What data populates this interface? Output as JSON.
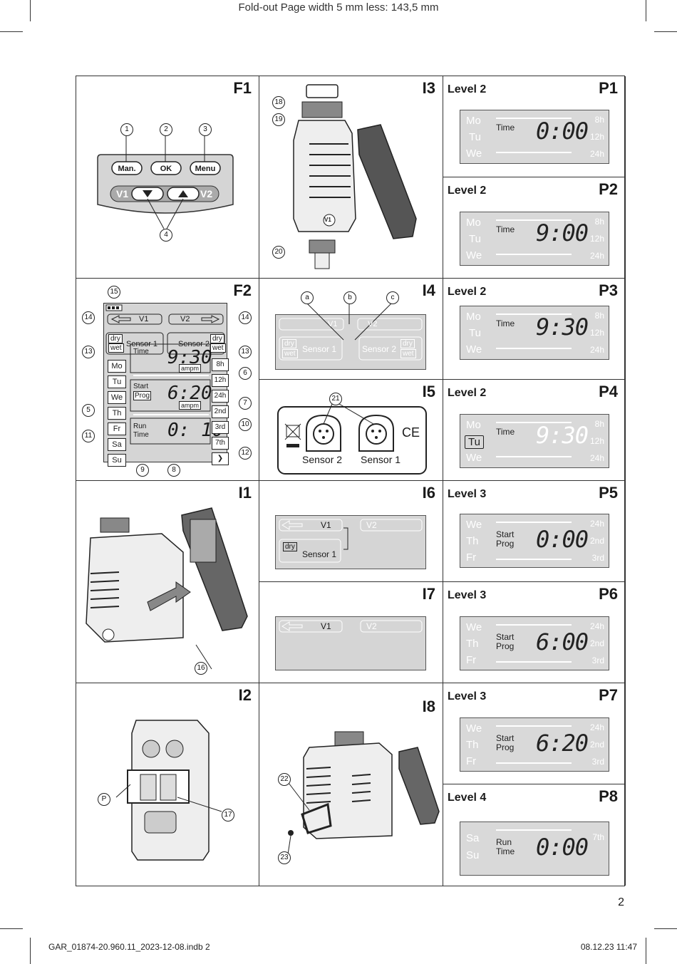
{
  "header_note": "Fold-out Page width 5 mm less: 143,5 mm",
  "page_number": "2",
  "footer": {
    "file": "GAR_01874-20.960.11_2023-12-08.indb   2",
    "date": "08.12.23   11:47"
  },
  "panels": {
    "F1": {
      "title": "F1",
      "buttons": [
        "Man.",
        "OK",
        "Menu"
      ],
      "v1": "V1",
      "v2": "V2",
      "callouts": [
        "1",
        "2",
        "3",
        "4"
      ]
    },
    "F2": {
      "title": "F2",
      "v1": "V1",
      "v2": "V2",
      "sensor1": "Sensor 1",
      "sensor2": "Sensor 2",
      "dry": "dry",
      "wet": "wet",
      "days": [
        "Mo",
        "Tu",
        "We",
        "Th",
        "Fr",
        "Sa",
        "Su"
      ],
      "time_label": "Time",
      "time_value": "9:30",
      "ampm": "ampm",
      "start_label": "Start",
      "prog_label": "Prog",
      "start_value": "6:20",
      "run_label": "Run",
      "run_time_label": "Time",
      "run_value": "0: 10",
      "right_buttons": [
        "8h",
        "12h",
        "24h",
        "2nd",
        "3rd",
        "7th",
        "❯"
      ],
      "callouts": [
        "15",
        "14",
        "14",
        "13",
        "13",
        "6",
        "7",
        "5",
        "10",
        "11",
        "12",
        "9",
        "8"
      ]
    },
    "I1": {
      "title": "I1",
      "callout": "16"
    },
    "I2": {
      "title": "I2",
      "callouts": [
        "P",
        "17"
      ]
    },
    "I3": {
      "title": "I3",
      "callouts": [
        "18",
        "19",
        "20"
      ],
      "v1": "V1"
    },
    "I4": {
      "title": "I4",
      "callouts": [
        "a",
        "b",
        "c"
      ],
      "v1": "V1",
      "v2": "V2",
      "sensor1": "Sensor 1",
      "sensor2": "Sensor 2",
      "dry": "dry",
      "wet": "wet"
    },
    "I5": {
      "title": "I5",
      "callout": "21",
      "sensor2": "Sensor 2",
      "sensor1": "Sensor 1",
      "ce": "CE"
    },
    "I6": {
      "title": "I6",
      "v1": "V1",
      "v2": "V2",
      "dry": "dry",
      "sensor1": "Sensor 1"
    },
    "I7": {
      "title": "I7",
      "v1": "V1",
      "v2": "V2"
    },
    "I8": {
      "title": "I8",
      "callouts": [
        "22",
        "23"
      ]
    },
    "P1": {
      "title": "P1",
      "level": "Level 2",
      "days": [
        "Mo",
        "Tu",
        "We"
      ],
      "label1": "Time",
      "label2": "",
      "value": "0:00",
      "side": [
        "8h",
        "12h",
        "24h"
      ]
    },
    "P2": {
      "title": "P2",
      "level": "Level 2",
      "days": [
        "Mo",
        "Tu",
        "We"
      ],
      "label1": "Time",
      "label2": "",
      "value": "9:00",
      "side": [
        "8h",
        "12h",
        "24h"
      ]
    },
    "P3": {
      "title": "P3",
      "level": "Level 2",
      "days": [
        "Mo",
        "Tu",
        "We"
      ],
      "label1": "Time",
      "label2": "",
      "value": "9:30",
      "side": [
        "8h",
        "12h",
        "24h"
      ]
    },
    "P4": {
      "title": "P4",
      "level": "Level 2",
      "days": [
        "Mo",
        "Tu",
        "We"
      ],
      "label1": "Time",
      "label2": "",
      "value": "9:30",
      "side": [
        "8h",
        "12h",
        "24h"
      ]
    },
    "P5": {
      "title": "P5",
      "level": "Level 3",
      "days": [
        "We",
        "Th",
        "Fr"
      ],
      "label1": "Start",
      "label2": "Prog",
      "value": "0:00",
      "side": [
        "24h",
        "2nd",
        "3rd"
      ]
    },
    "P6": {
      "title": "P6",
      "level": "Level 3",
      "days": [
        "We",
        "Th",
        "Fr"
      ],
      "label1": "Start",
      "label2": "Prog",
      "value": "6:00",
      "side": [
        "24h",
        "2nd",
        "3rd"
      ]
    },
    "P7": {
      "title": "P7",
      "level": "Level 3",
      "days": [
        "We",
        "Th",
        "Fr"
      ],
      "label1": "Start",
      "label2": "Prog",
      "value": "6:20",
      "side": [
        "24h",
        "2nd",
        "3rd"
      ]
    },
    "P8": {
      "title": "P8",
      "level": "Level 4",
      "days": [
        "Sa",
        "Su"
      ],
      "label1": "Run",
      "label2": "Time",
      "value": "0:00",
      "side": [
        "7th"
      ]
    }
  }
}
